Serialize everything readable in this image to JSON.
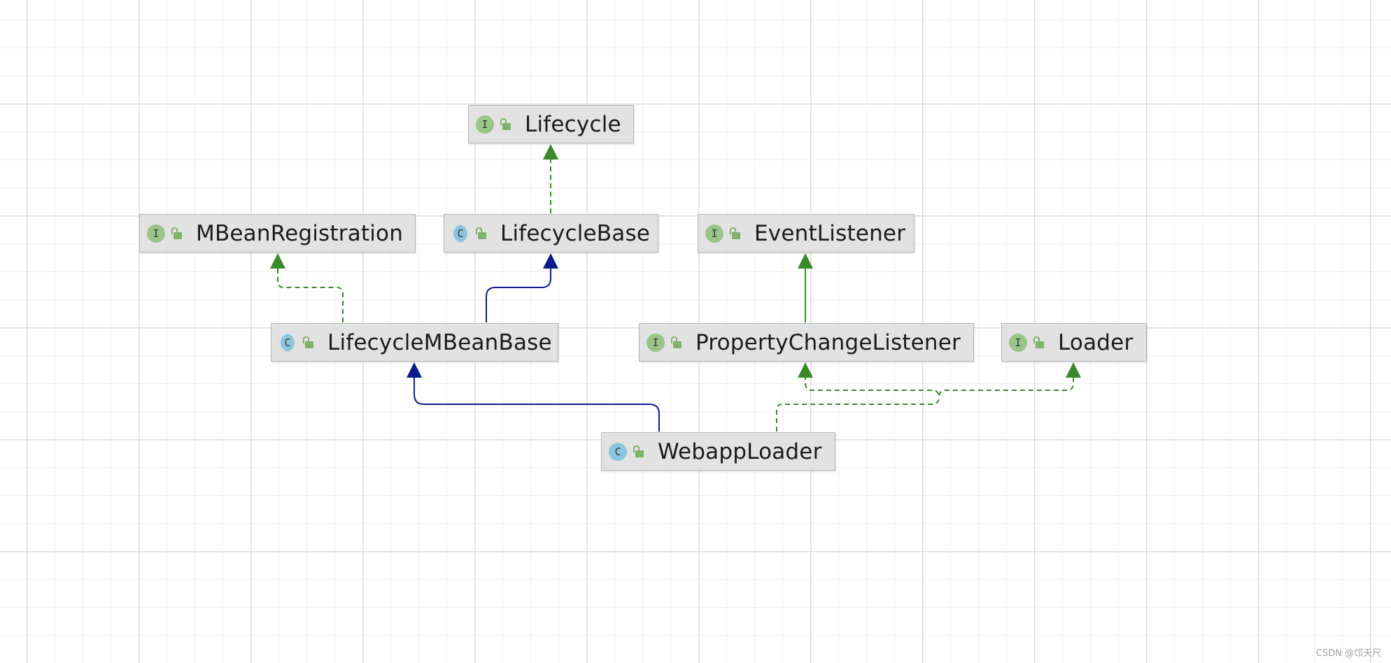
{
  "colors": {
    "implements_edge": "#3a8a2a",
    "extends_edge": "#0d1a8c",
    "node_fill": "#e2e2e2",
    "interface_badge": "#9ac489",
    "class_badge": "#8cc4df"
  },
  "nodes": [
    {
      "id": "lifecycle",
      "label": "Lifecycle",
      "kind": "interface",
      "badge": "I"
    },
    {
      "id": "mbean",
      "label": "MBeanRegistration",
      "kind": "interface",
      "badge": "I"
    },
    {
      "id": "lifecyclebase",
      "label": "LifecycleBase",
      "kind": "abstract",
      "badge": "C"
    },
    {
      "id": "eventlistener",
      "label": "EventListener",
      "kind": "interface",
      "badge": "I"
    },
    {
      "id": "lifecyclembeanbase",
      "label": "LifecycleMBeanBase",
      "kind": "abstract",
      "badge": "C"
    },
    {
      "id": "pcl",
      "label": "PropertyChangeListener",
      "kind": "interface",
      "badge": "I"
    },
    {
      "id": "loader",
      "label": "Loader",
      "kind": "interface",
      "badge": "I"
    },
    {
      "id": "webapploader",
      "label": "WebappLoader",
      "kind": "class",
      "badge": "C"
    }
  ],
  "edges": [
    {
      "from": "lifecyclebase",
      "to": "lifecycle",
      "type": "implements"
    },
    {
      "from": "lifecyclembeanbase",
      "to": "mbean",
      "type": "implements"
    },
    {
      "from": "lifecyclembeanbase",
      "to": "lifecyclebase",
      "type": "extends"
    },
    {
      "from": "pcl",
      "to": "eventlistener",
      "type": "extends-interface"
    },
    {
      "from": "webapploader",
      "to": "lifecyclembeanbase",
      "type": "extends"
    },
    {
      "from": "webapploader",
      "to": "pcl",
      "type": "implements"
    },
    {
      "from": "webapploader",
      "to": "loader",
      "type": "implements"
    }
  ],
  "watermark": "CSDN @邙天尺"
}
